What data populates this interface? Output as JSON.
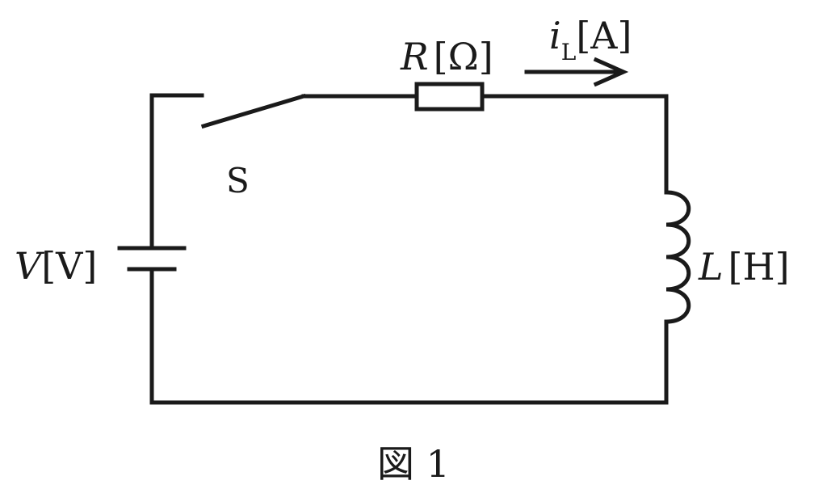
{
  "labels": {
    "voltage_symbol": "V",
    "voltage_unit": "[V]",
    "resistor_symbol": "R",
    "resistor_unit": "[Ω]",
    "current_symbol": "i",
    "current_subscript": "L",
    "current_unit": "[A]",
    "inductor_symbol": "L",
    "inductor_unit": "[H]",
    "switch_label": "S"
  },
  "caption": "図 1"
}
